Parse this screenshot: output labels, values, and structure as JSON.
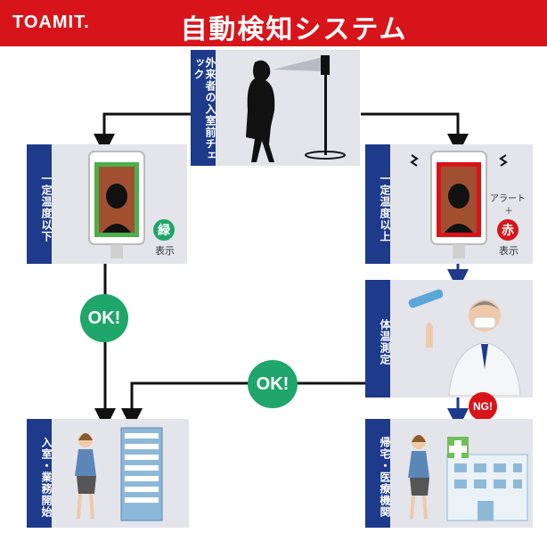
{
  "header": {
    "brand": "TOAMIT.",
    "title": "自動検知システム"
  },
  "flow": {
    "start_label": "外来者の入室前チェック",
    "low_temp_label": "一定温度以下",
    "high_temp_label": "一定温度以上",
    "measure_label": "体温測定",
    "enter_label": "入室・業務開始",
    "home_label": "帰宅・医療機関",
    "green_text": "緑",
    "green_caption": "表示",
    "alert_text": "アラート",
    "plus_text": "＋",
    "red_text": "赤",
    "red_caption": "表示",
    "ok_label_1": "OK!",
    "ok_label_2": "OK!",
    "ng_label": "NG!"
  },
  "colors": {
    "red": "#d8141b",
    "navy": "#1e3a8a",
    "green": "#1fa66a",
    "panel": "#e3e5eb"
  }
}
